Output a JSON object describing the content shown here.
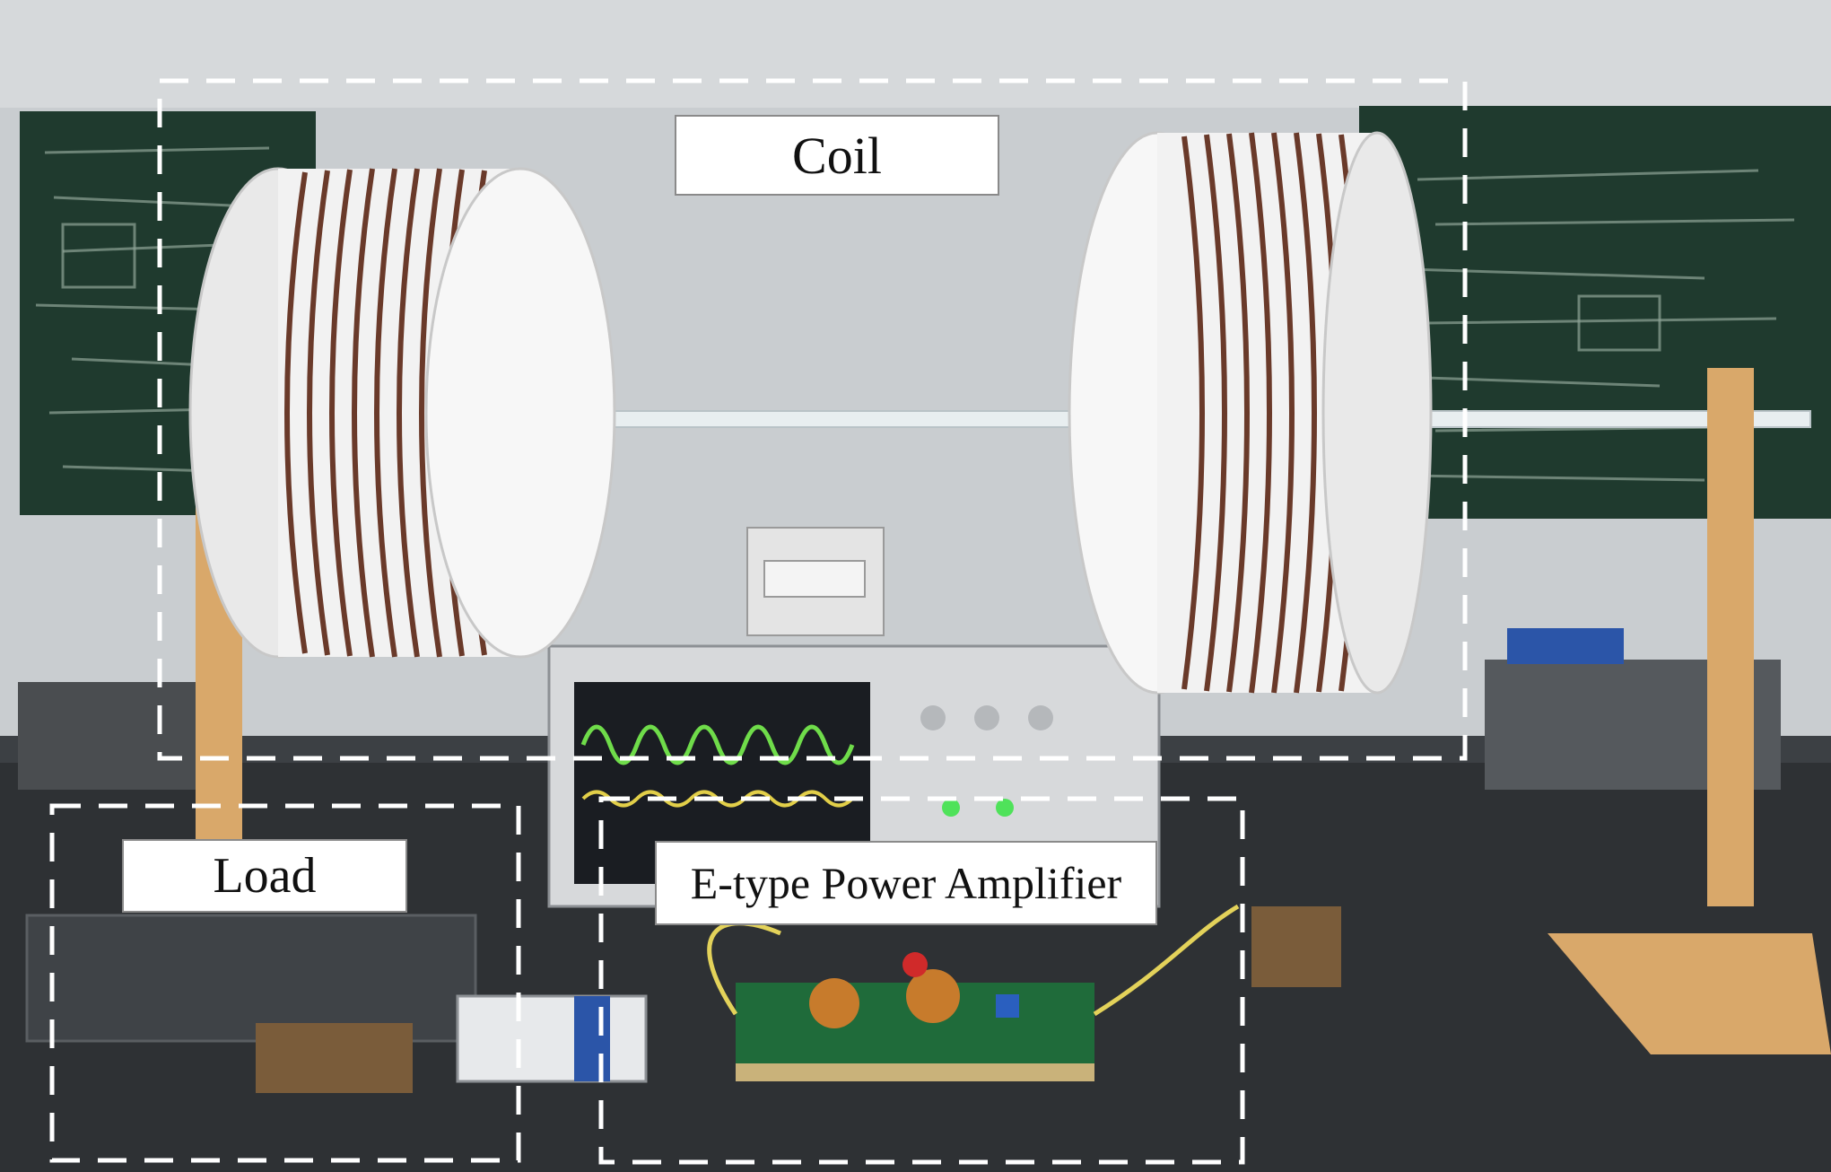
{
  "labels": {
    "coil": "Coil",
    "load": "Load",
    "amplifier": "E-type Power Amplifier"
  },
  "colors": {
    "dashed_box": "#ffffff",
    "label_bg": "#ffffff",
    "label_border": "#8a8a8a",
    "chalkboard": "#1f3a2e",
    "wall": "#c9cdd0",
    "coil_body": "#f2f2f2",
    "winding": "#6a3a2a",
    "bench": "#2e3134",
    "wood": "#d9a86a",
    "scope_trace_1": "#6fdc4a",
    "scope_trace_2": "#e2cf49"
  }
}
